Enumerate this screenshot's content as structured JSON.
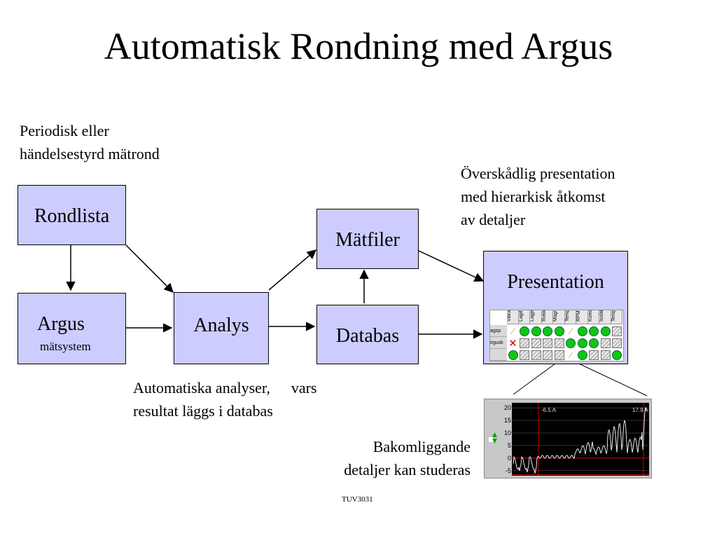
{
  "title": "Automatisk Rondning med Argus",
  "notes": {
    "periodic_line1": "Periodisk eller",
    "periodic_line2": "händelsestyrd mätrond",
    "overview_line1": "Överskådlig presentation",
    "overview_line2": "med hierarkisk åtkomst",
    "overview_line3": "av detaljer",
    "auto_line1_a": "Automatiska analyser,",
    "auto_line1_b": "vars",
    "auto_line2": "resultat läggs i databas",
    "details_line1": "Bakomliggande",
    "details_line2": "detaljer kan studeras"
  },
  "boxes": {
    "rondlista": "Rondlista",
    "argus": "Argus",
    "argus_sub": "mätsystem",
    "analys": "Analys",
    "matfiler": "Mätfiler",
    "databas": "Databas",
    "presentation": "Presentation"
  },
  "status_grid": {
    "columns": [
      "Vibrat",
      "Lagdef",
      "Lagjel",
      "Rotdef",
      "Magn",
      "Temp",
      "RPM",
      "Komm",
      "Isolati",
      "Temp"
    ],
    "rows": [
      {
        "label": "agsp",
        "cells": [
          "warn",
          "ok",
          "ok",
          "ok",
          "ok",
          "warn",
          "ok",
          "ok",
          "ok",
          "na"
        ]
      },
      {
        "label": "irgusk",
        "cells": [
          "err",
          "na",
          "na",
          "na",
          "na",
          "ok",
          "ok",
          "ok",
          "na",
          "na"
        ]
      },
      {
        "label": "",
        "cells": [
          "ok",
          "na",
          "na",
          "na",
          "na",
          "warn",
          "ok",
          "na",
          "na",
          "ok"
        ]
      }
    ]
  },
  "trend_plot": {
    "y_ticks": [
      "20",
      "15",
      "10",
      "5",
      "0",
      "-5"
    ],
    "cursor_left": "-6.5 A",
    "cursor_right": "17.9 A"
  },
  "colors": {
    "box_fill": "#ccccff",
    "plot_bg": "#000000",
    "cursor_line": "#cc0000",
    "status_ok": "#11c611",
    "status_err": "#dd0000"
  },
  "footer": "TUV3031"
}
